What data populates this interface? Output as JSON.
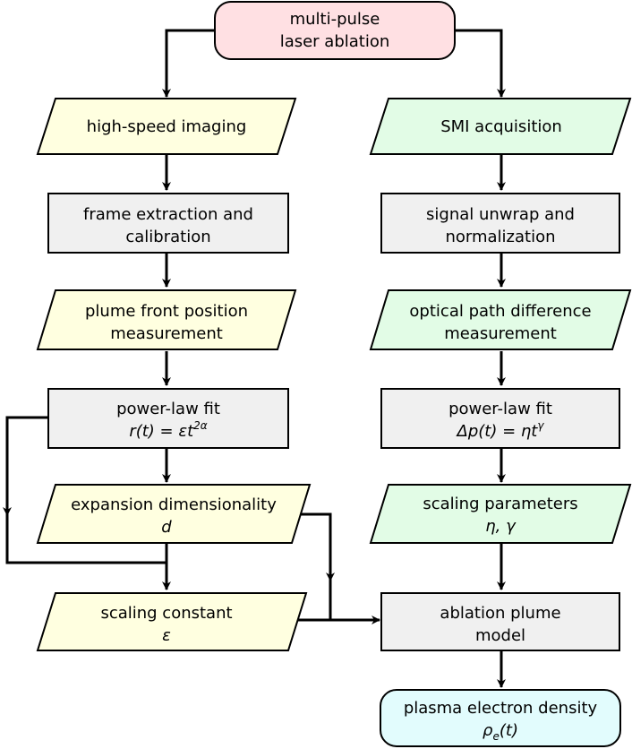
{
  "colors": {
    "start_fill": "#ffe0e3",
    "left_io_fill": "#ffffe0",
    "right_io_fill": "#e2fce6",
    "process_fill": "#f0f0f0",
    "end_fill": "#e2fcfd",
    "stroke": "#000000"
  },
  "nodes": {
    "start": {
      "line1": "multi-pulse",
      "line2": "laser ablation"
    },
    "high_speed_imaging": {
      "line1": "high-speed imaging"
    },
    "smi_acquisition": {
      "line1": "SMI acquisition"
    },
    "frame_extraction": {
      "line1": "frame extraction and",
      "line2": "calibration"
    },
    "signal_unwrap": {
      "line1": "signal unwrap and",
      "line2": "normalization"
    },
    "plume_front": {
      "line1": "plume front position",
      "line2": "measurement"
    },
    "optical_path": {
      "line1": "optical path difference",
      "line2": "measurement"
    },
    "fit_left": {
      "line1": "power-law fit",
      "eq_prefix": "r(t) = εt",
      "eq_sup": "2α"
    },
    "fit_right": {
      "line1": "power-law fit",
      "eq_prefix": "Δp(t) = ηt",
      "eq_sup": "γ"
    },
    "expansion_dim": {
      "line1": "expansion dimensionality",
      "line2": "d"
    },
    "scaling_params": {
      "line1": "scaling parameters",
      "line2": "η, γ"
    },
    "scaling_constant": {
      "line1": "scaling constant",
      "line2": "ε"
    },
    "plume_model": {
      "line1": "ablation plume",
      "line2": "model"
    },
    "end": {
      "line1": "plasma electron density",
      "eq_base": "ρ",
      "eq_sub": "e",
      "eq_suffix": "(t)"
    }
  }
}
